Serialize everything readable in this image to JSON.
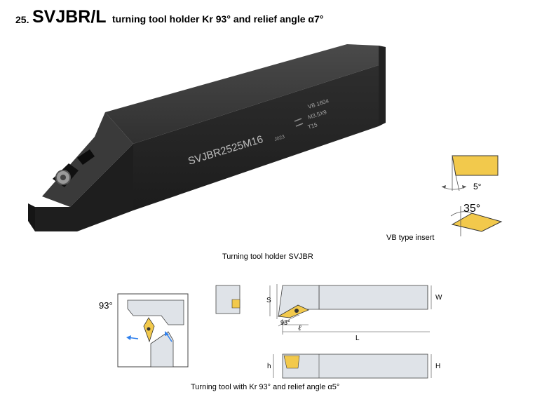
{
  "header": {
    "number": "25.",
    "code": "SVJBR/L",
    "description": "turning tool holder Kr 93° and relief angle α7°"
  },
  "photo": {
    "engraving_main": "SVJBR2525M16",
    "engraving_sub": "J023",
    "engraving_insert": "VB 1604",
    "engraving_screw": "M3.5X9",
    "engraving_key": "T15",
    "caption": "Turning tool holder SVJBR"
  },
  "insert_diagram": {
    "relief_angle": "5°",
    "tip_angle": "35°",
    "caption": "VB type insert"
  },
  "drawings": {
    "approach_angle": "93°",
    "angle_small": "93°",
    "dim_s": "S",
    "dim_w": "W",
    "dim_l_small": "ℓ",
    "dim_l": "L",
    "dim_h": "h",
    "dim_H": "H",
    "caption": "Turning tool with Kr 93° and relief angle α5°"
  },
  "colors": {
    "insert": "#f2c94c",
    "body_gray": "#dfe3e8",
    "photo_dark": "#2b2b2b"
  }
}
